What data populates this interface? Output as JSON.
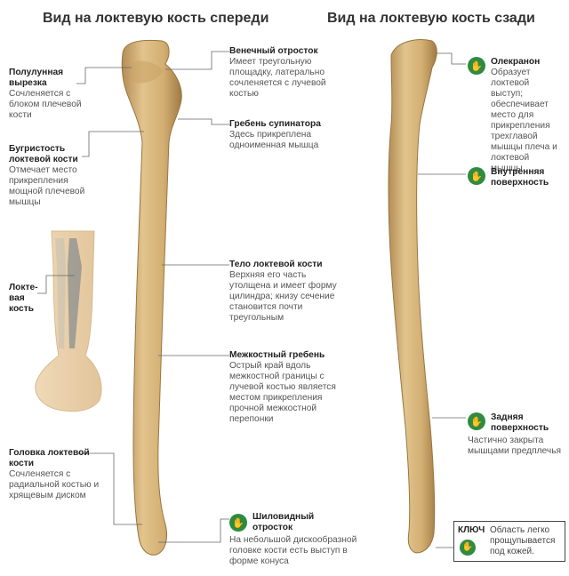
{
  "titles": {
    "front": "Вид на локтевую кость спереди",
    "back": "Вид на локтевую кость сзади"
  },
  "left_labels": [
    {
      "heading": "Полулунная вырезка",
      "desc": "Сочленяется с блоком плечевой кости"
    },
    {
      "heading": "Бугристость локтевой кости",
      "desc": "Отмечает место прикрепления мощной плечевой мышцы"
    },
    {
      "heading": "Локте-вая кость",
      "desc": ""
    },
    {
      "heading": "Головка локтевой кости",
      "desc": "Сочленяется с радиальной костью и хрящевым диском"
    }
  ],
  "middle_labels": [
    {
      "heading": "Венечный отросток",
      "desc": "Имеет треугольную площадку, латерально сочленяется с лучевой костью"
    },
    {
      "heading": "Гребень супинатора",
      "desc": "Здесь прикреплена одноименная мышца"
    },
    {
      "heading": "Тело локтевой кости",
      "desc": "Верхняя его часть утолщена и имеет форму цилиндра; книзу сечение становится почти треугольным"
    },
    {
      "heading": "Межкостный гребень",
      "desc": "Острый край вдоль межкостной границы с лучевой костью является местом прикрепления прочной межкостной перепонки"
    },
    {
      "heading": "Шиловидный отросток",
      "desc": "На небольшой дискообразной головке кости есть выступ в форме конуса"
    }
  ],
  "right_labels": [
    {
      "heading": "Олекранон",
      "desc": "Образует локтевой выступ; обеспечивает место для прикрепления трехглавой мышцы плеча и локтевой мышцы"
    },
    {
      "heading": "Внутренняя поверхность",
      "desc": ""
    },
    {
      "heading": "Задняя поверхность",
      "desc": "Частично закрыта мышцами предплечья"
    }
  ],
  "key": {
    "title": "КЛЮЧ",
    "text": "Область легко прощупывается под кожей."
  },
  "colors": {
    "bone": "#d6b57a",
    "bone_shadow": "#a8824a",
    "badge": "#2e8b3f",
    "leader": "#666666"
  },
  "icons": {
    "badge": "palpable-hand-icon"
  }
}
